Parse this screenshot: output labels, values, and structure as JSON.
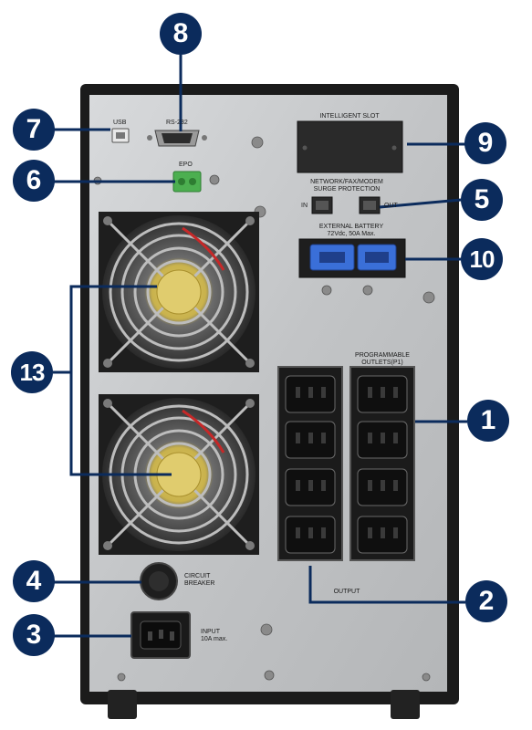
{
  "ports": {
    "usb": "USB",
    "rs232": "RS-232",
    "epo": "EPO",
    "intelligent_slot": "INTELLIGENT SLOT",
    "network_line1": "NETWORK/FAX/MODEM",
    "network_line2": "SURGE PROTECTION",
    "net_in": "IN",
    "net_out": "OUT",
    "ext_batt_line1": "EXTERNAL BATTERY",
    "ext_batt_line2": "72Vdc, 50A Max.",
    "prog_line1": "PROGRAMMABLE",
    "prog_line2": "OUTLETS(P1)",
    "output": "OUTPUT",
    "breaker_line1": "CIRCUIT",
    "breaker_line2": "BREAKER",
    "input_line1": "INPUT",
    "input_line2": "10A max."
  },
  "callouts": {
    "c1": "1",
    "c2": "2",
    "c3": "3",
    "c4": "4",
    "c5": "5",
    "c6": "6",
    "c7": "7",
    "c8": "8",
    "c9": "9",
    "c10": "10",
    "c13": "13"
  },
  "colors": {
    "callout_fill": "#0b2b5c",
    "leader_line": "#0b2b5c",
    "panel": "#c7c9cb",
    "case": "#1b1b1b"
  }
}
